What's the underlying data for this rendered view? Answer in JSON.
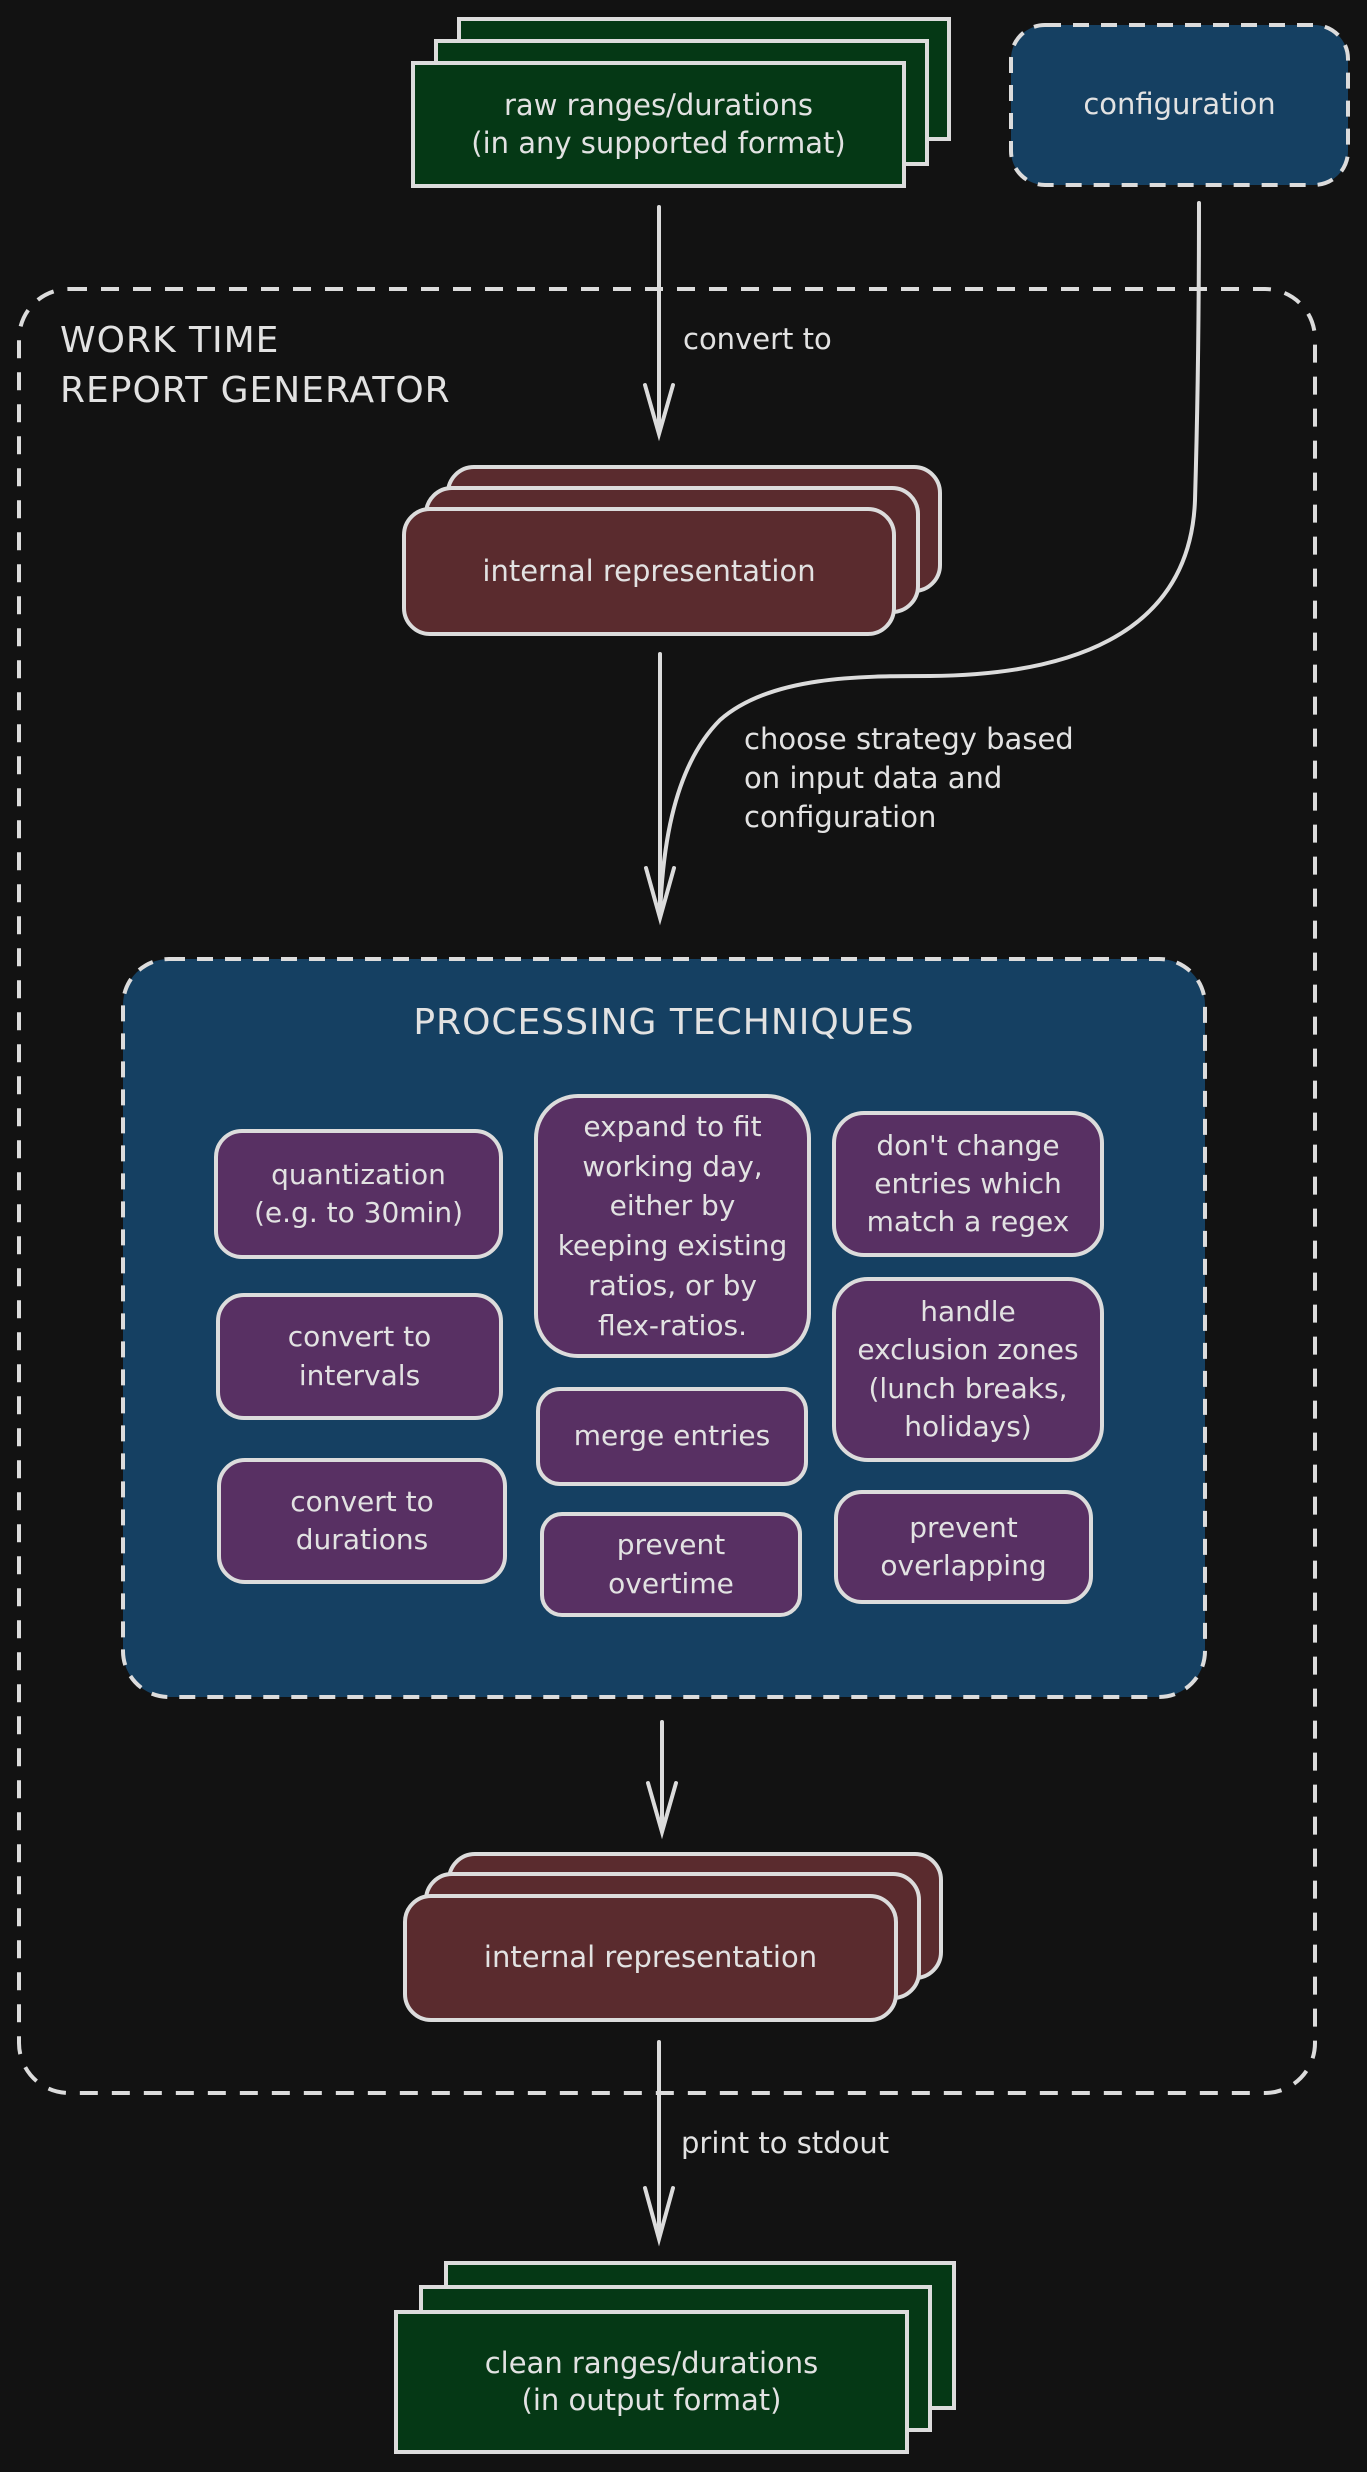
{
  "diagram": {
    "colors": {
      "background": "#121212",
      "stroke": "#dcdcdc",
      "io_fill": "#053815",
      "internal_fill": "#5a2b2e",
      "blue_fill": "#154062",
      "item_fill": "#583063"
    },
    "input": {
      "label": "raw ranges/durations\n(in any supported format)"
    },
    "config": {
      "label": "configuration"
    },
    "generator": {
      "title": "WORK TIME\nREPORT GENERATOR"
    },
    "edges": {
      "convert": "convert to",
      "choose": "choose strategy based\non input data and\nconfiguration",
      "print": "print to stdout"
    },
    "internal_top": {
      "label": "internal representation"
    },
    "processing": {
      "title": "PROCESSING TECHNIQUES",
      "items": [
        {
          "label": "quantization\n(e.g. to 30min)"
        },
        {
          "label": "convert to\nintervals"
        },
        {
          "label": "convert to\ndurations"
        },
        {
          "label": "expand to fit\nworking day,\neither by\nkeeping existing\nratios, or by\nflex-ratios."
        },
        {
          "label": "merge entries"
        },
        {
          "label": "prevent\novertime"
        },
        {
          "label": "don't change\nentries which\nmatch a regex"
        },
        {
          "label": "handle\nexclusion zones\n(lunch breaks,\nholidays)"
        },
        {
          "label": "prevent\noverlapping"
        }
      ]
    },
    "internal_bottom": {
      "label": "internal representation"
    },
    "output": {
      "label": "clean ranges/durations\n(in output format)"
    }
  }
}
